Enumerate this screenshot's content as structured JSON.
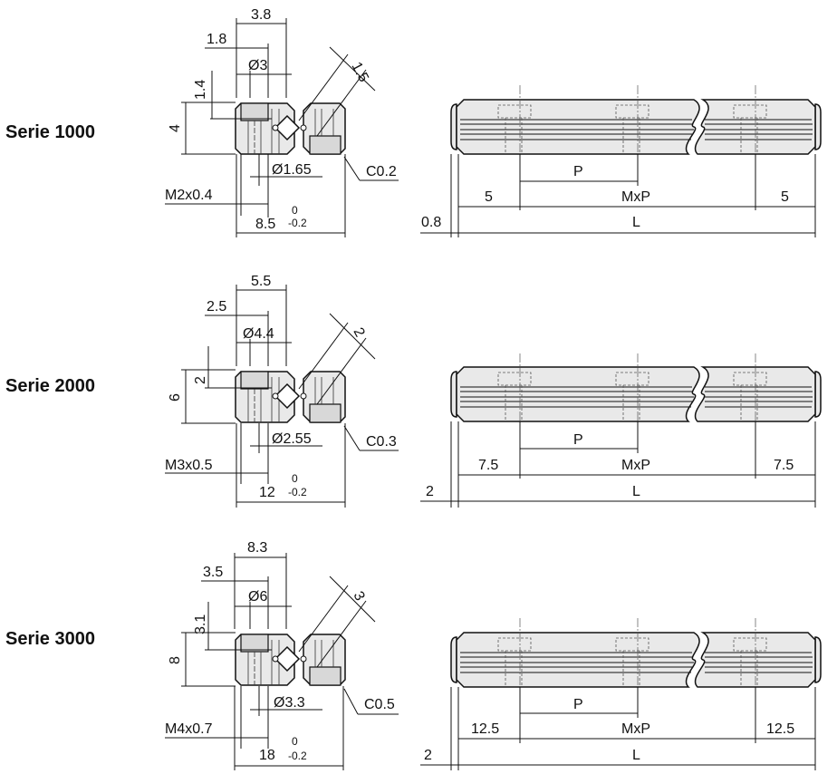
{
  "series": [
    {
      "label": "Serie 1000",
      "dims": {
        "d38": "3.8",
        "d18": "1.8",
        "dia3": "Ø3",
        "d14": "1.4",
        "d4": "4",
        "d15": "1.5",
        "dia165": "Ø1.65",
        "c02": "C0.2",
        "m2": "M2x0.4",
        "d85": "8.5",
        "tol_up": "0",
        "tol_lo": "-0.2",
        "d08": "0.8",
        "d5a": "5",
        "p": "P",
        "mxp": "MxP",
        "d5b": "5",
        "l": "L"
      }
    },
    {
      "label": "Serie 2000",
      "dims": {
        "d38": "5.5",
        "d18": "2.5",
        "dia3": "Ø4.4",
        "d14": "2",
        "d4": "6",
        "d15": "2",
        "dia165": "Ø2.55",
        "c02": "C0.3",
        "m2": "M3x0.5",
        "d85": "12",
        "tol_up": "0",
        "tol_lo": "-0.2",
        "d08": "2",
        "d5a": "7.5",
        "p": "P",
        "mxp": "MxP",
        "d5b": "7.5",
        "l": "L"
      }
    },
    {
      "label": "Serie 3000",
      "dims": {
        "d38": "8.3",
        "d18": "3.5",
        "dia3": "Ø6",
        "d14": "3.1",
        "d4": "8",
        "d15": "3",
        "dia165": "Ø3.3",
        "c02": "C0.5",
        "m2": "M4x0.7",
        "d85": "18",
        "tol_up": "0",
        "tol_lo": "-0.2",
        "d08": "2",
        "d5a": "12.5",
        "p": "P",
        "mxp": "MxP",
        "d5b": "12.5",
        "l": "L"
      }
    }
  ]
}
